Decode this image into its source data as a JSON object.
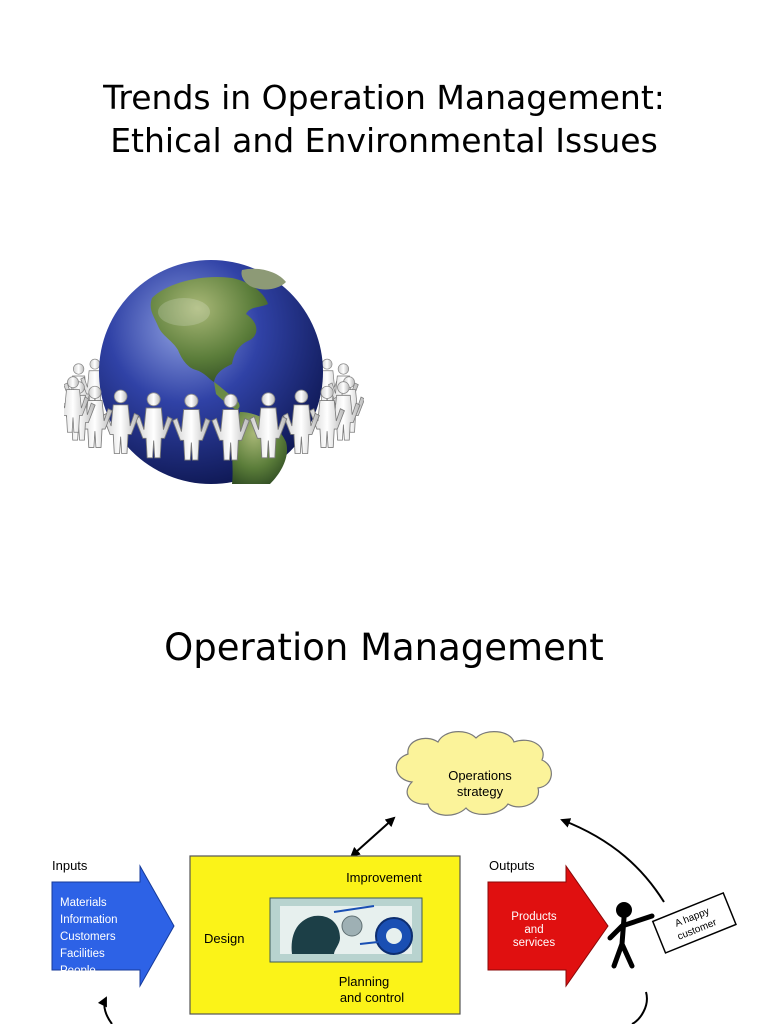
{
  "slide1": {
    "title_line1": "Trends in Operation Management:",
    "title_line2": "Ethical and Environmental Issues"
  },
  "slide2": {
    "title": "Operation Management",
    "diagram": {
      "strategy": [
        "Operations",
        "strategy"
      ],
      "inputs_heading": "Inputs",
      "inputs": [
        "Materials",
        "Information",
        "Customers",
        "Facilities",
        "People"
      ],
      "outputs_heading": "Outputs",
      "outputs": [
        "Products",
        "and",
        "services"
      ],
      "improvement": "Improvement",
      "design": "Design",
      "planning": [
        "Planning",
        "and control"
      ],
      "sign": [
        "A happy",
        "customer"
      ]
    }
  },
  "colors": {
    "inputs_arrow": "#2d62e6",
    "outputs_arrow": "#e01010",
    "process_box": "#fbf318",
    "cloud": "#fbf39a",
    "globe_ocean": "#1c2a7a",
    "globe_land": "#4d7a36"
  }
}
